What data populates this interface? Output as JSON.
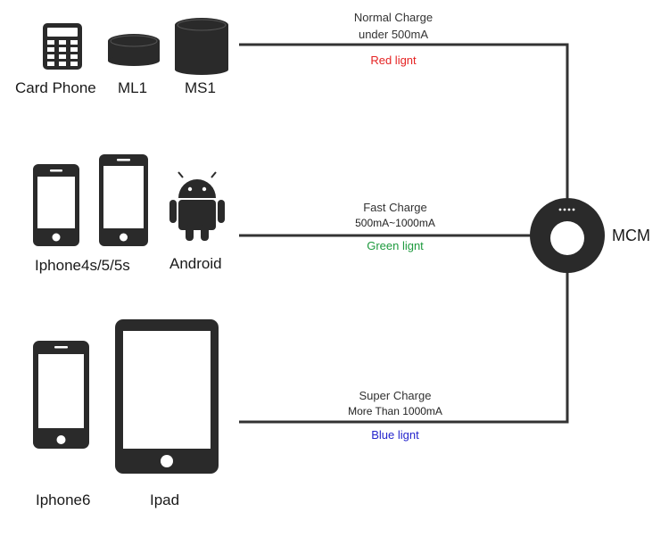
{
  "devices": {
    "card_phone": "Card Phone",
    "ml1": "ML1",
    "ms1": "MS1",
    "iphone_old": "Iphone4s/5/5s",
    "android": "Android",
    "iphone6": "Iphone6",
    "ipad": "Ipad"
  },
  "hub": {
    "label": "MCM"
  },
  "channels": [
    {
      "title": "Normal Charge",
      "detail": "under 500mA",
      "light": "Red lignt",
      "color": "#e52222"
    },
    {
      "title": "Fast Charge",
      "detail": "500mA~1000mA",
      "light": "Green lignt",
      "color": "#1e9a3e"
    },
    {
      "title": "Super Charge",
      "detail": "More Than 1000mA",
      "light": "Blue lignt",
      "color": "#2424cc"
    }
  ],
  "colors": {
    "device": "#2a2a2a",
    "line": "#333333"
  }
}
